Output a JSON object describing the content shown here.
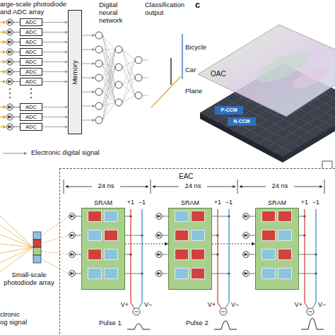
{
  "diagram": {
    "nodes": [
      {
        "text": [
          "ADC"
        ]
      },
      {
        "text": [
          "ADC"
        ]
      },
      {
        "text": [
          "ADC"
        ]
      },
      {
        "text": [
          "ADC"
        ]
      },
      {
        "text": [
          "ADC"
        ]
      },
      {
        "text": [
          "ADC"
        ]
      },
      {
        "text": [
          "ADC"
        ]
      },
      {
        "text": [
          "ADC"
        ]
      },
      {
        "text": [
          "ADC"
        ]
      },
      {
        "text": [
          "ADC"
        ]
      },
      {
        "text": [
          "Memory"
        ]
      },
      {
        "text": [
          "EAC"
        ]
      },
      {
        "text": [
          "SRAM"
        ],
        "in": 11
      },
      {
        "text": [
          "SRAM"
        ],
        "in": 11
      },
      {
        "text": [
          "SRAM"
        ],
        "in": 11
      }
    ],
    "edges": [
      {
        "from": 0,
        "to": 10,
        "arrow": "to"
      },
      {
        "from": 1,
        "to": 10,
        "arrow": "to"
      },
      {
        "from": 2,
        "to": 10,
        "arrow": "to"
      },
      {
        "from": 3,
        "to": 10,
        "arrow": "to"
      },
      {
        "from": 4,
        "to": 10,
        "arrow": "to"
      },
      {
        "from": 5,
        "to": 10,
        "arrow": "to"
      },
      {
        "from": 6,
        "to": 10,
        "arrow": "to"
      },
      {
        "from": 7,
        "to": 10,
        "arrow": "to"
      },
      {
        "from": 8,
        "to": 10,
        "arrow": "to"
      },
      {
        "from": 9,
        "to": 10,
        "arrow": "to"
      },
      {
        "from": 12,
        "to": 13,
        "arrow": "to"
      },
      {
        "from": 13,
        "to": 14,
        "arrow": "to"
      }
    ],
    "labels": [
      "arge-scale photodiode and ADC array",
      "Digital neural network",
      "Classification output",
      "Bicycle",
      "Car",
      "Plane",
      "c",
      "OAC",
      "P-CCM",
      "N-CCM",
      "24 ns",
      "24 ns",
      "24 ns",
      "+1",
      "−1",
      "V+",
      "V−",
      "+1",
      "−1",
      "V+",
      "V−",
      "+1",
      "−1",
      "V+",
      "V−",
      "Pulse 1",
      "Pulse 2",
      "Small-scale photodiode array",
      "ctronic og signal"
    ],
    "legend": [
      {
        "text": "Electronic digital signal"
      }
    ]
  }
}
